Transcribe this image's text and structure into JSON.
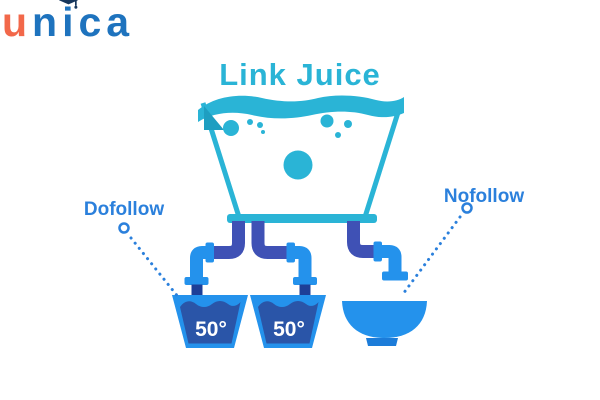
{
  "logo": {
    "letter_u": "u",
    "letter_n": "n",
    "letter_i": "i",
    "letters_ca": "ca",
    "cap_icon": "graduation-cap"
  },
  "diagram": {
    "title": "Link Juice",
    "dofollow_label": "Dofollow",
    "nofollow_label": "Nofollow",
    "left_bucket_value": "50°",
    "middle_bucket_value": "50°"
  },
  "colors": {
    "cyan": "#2AB4D6",
    "cyan_shade": "#1E9EC1",
    "bright_blue": "#2492EC",
    "indigo": "#3F51B5",
    "navy_pipe": "#1E3F97",
    "water_blue": "#2A55A8",
    "bowl_foot": "#1C7CD9",
    "label_blue": "#2B80DC",
    "logo_orange": "#F2684A",
    "logo_blue": "#1E73BE",
    "cap_navy": "#16365C"
  }
}
